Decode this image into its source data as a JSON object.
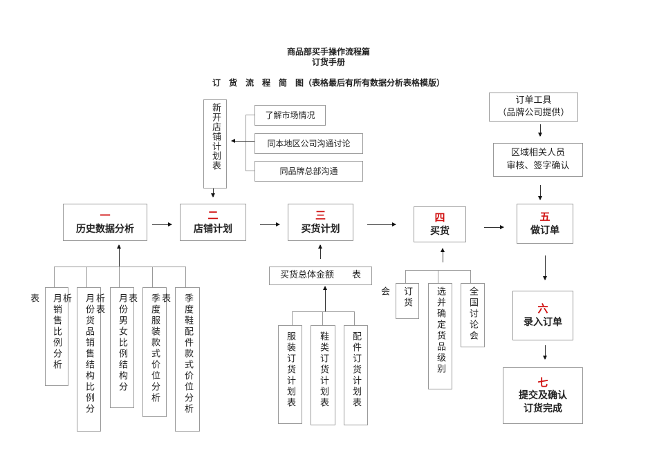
{
  "title": "商品部买手操作流程篇",
  "subtitle": "订货手册",
  "heading": "订　货　流　程　简　图（表格最后有所有数据分析表格模版）",
  "new_store_plan": "新开店铺计划表",
  "inputs": [
    "了解市场情况",
    "同本地区公司沟通讨论",
    "同品牌总部沟通"
  ],
  "steps": [
    {
      "num": "一",
      "label": "历史数据分析"
    },
    {
      "num": "二",
      "label": "店铺计划"
    },
    {
      "num": "三",
      "label": "买货计划"
    },
    {
      "num": "四",
      "label": "买货"
    },
    {
      "num": "五",
      "label": "做订单"
    },
    {
      "num": "六",
      "label": "录入订单"
    },
    {
      "num": "七",
      "label": "提交及确认订货完成"
    }
  ],
  "order_tool": {
    "line1": "订单工具",
    "line2": "（品牌公司提供）"
  },
  "review": {
    "line1": "区域相关人员",
    "line2": "审核、签字确认"
  },
  "history_tables": [
    "月销售比例分析表",
    "月份货品销售结构比例分析",
    "月份男女比例结构分析表",
    "季度服装款式价位分析表",
    "季度鞋配件款式价位分析表"
  ],
  "purchase_total": "买货总体金额　　表",
  "purchase_tables": [
    "服装订货计划表",
    "鞋类订货计划表",
    "配件订货计划表"
  ],
  "buying_items": [
    "订货会",
    "选并确定货品级别",
    "全国讨论会"
  ]
}
